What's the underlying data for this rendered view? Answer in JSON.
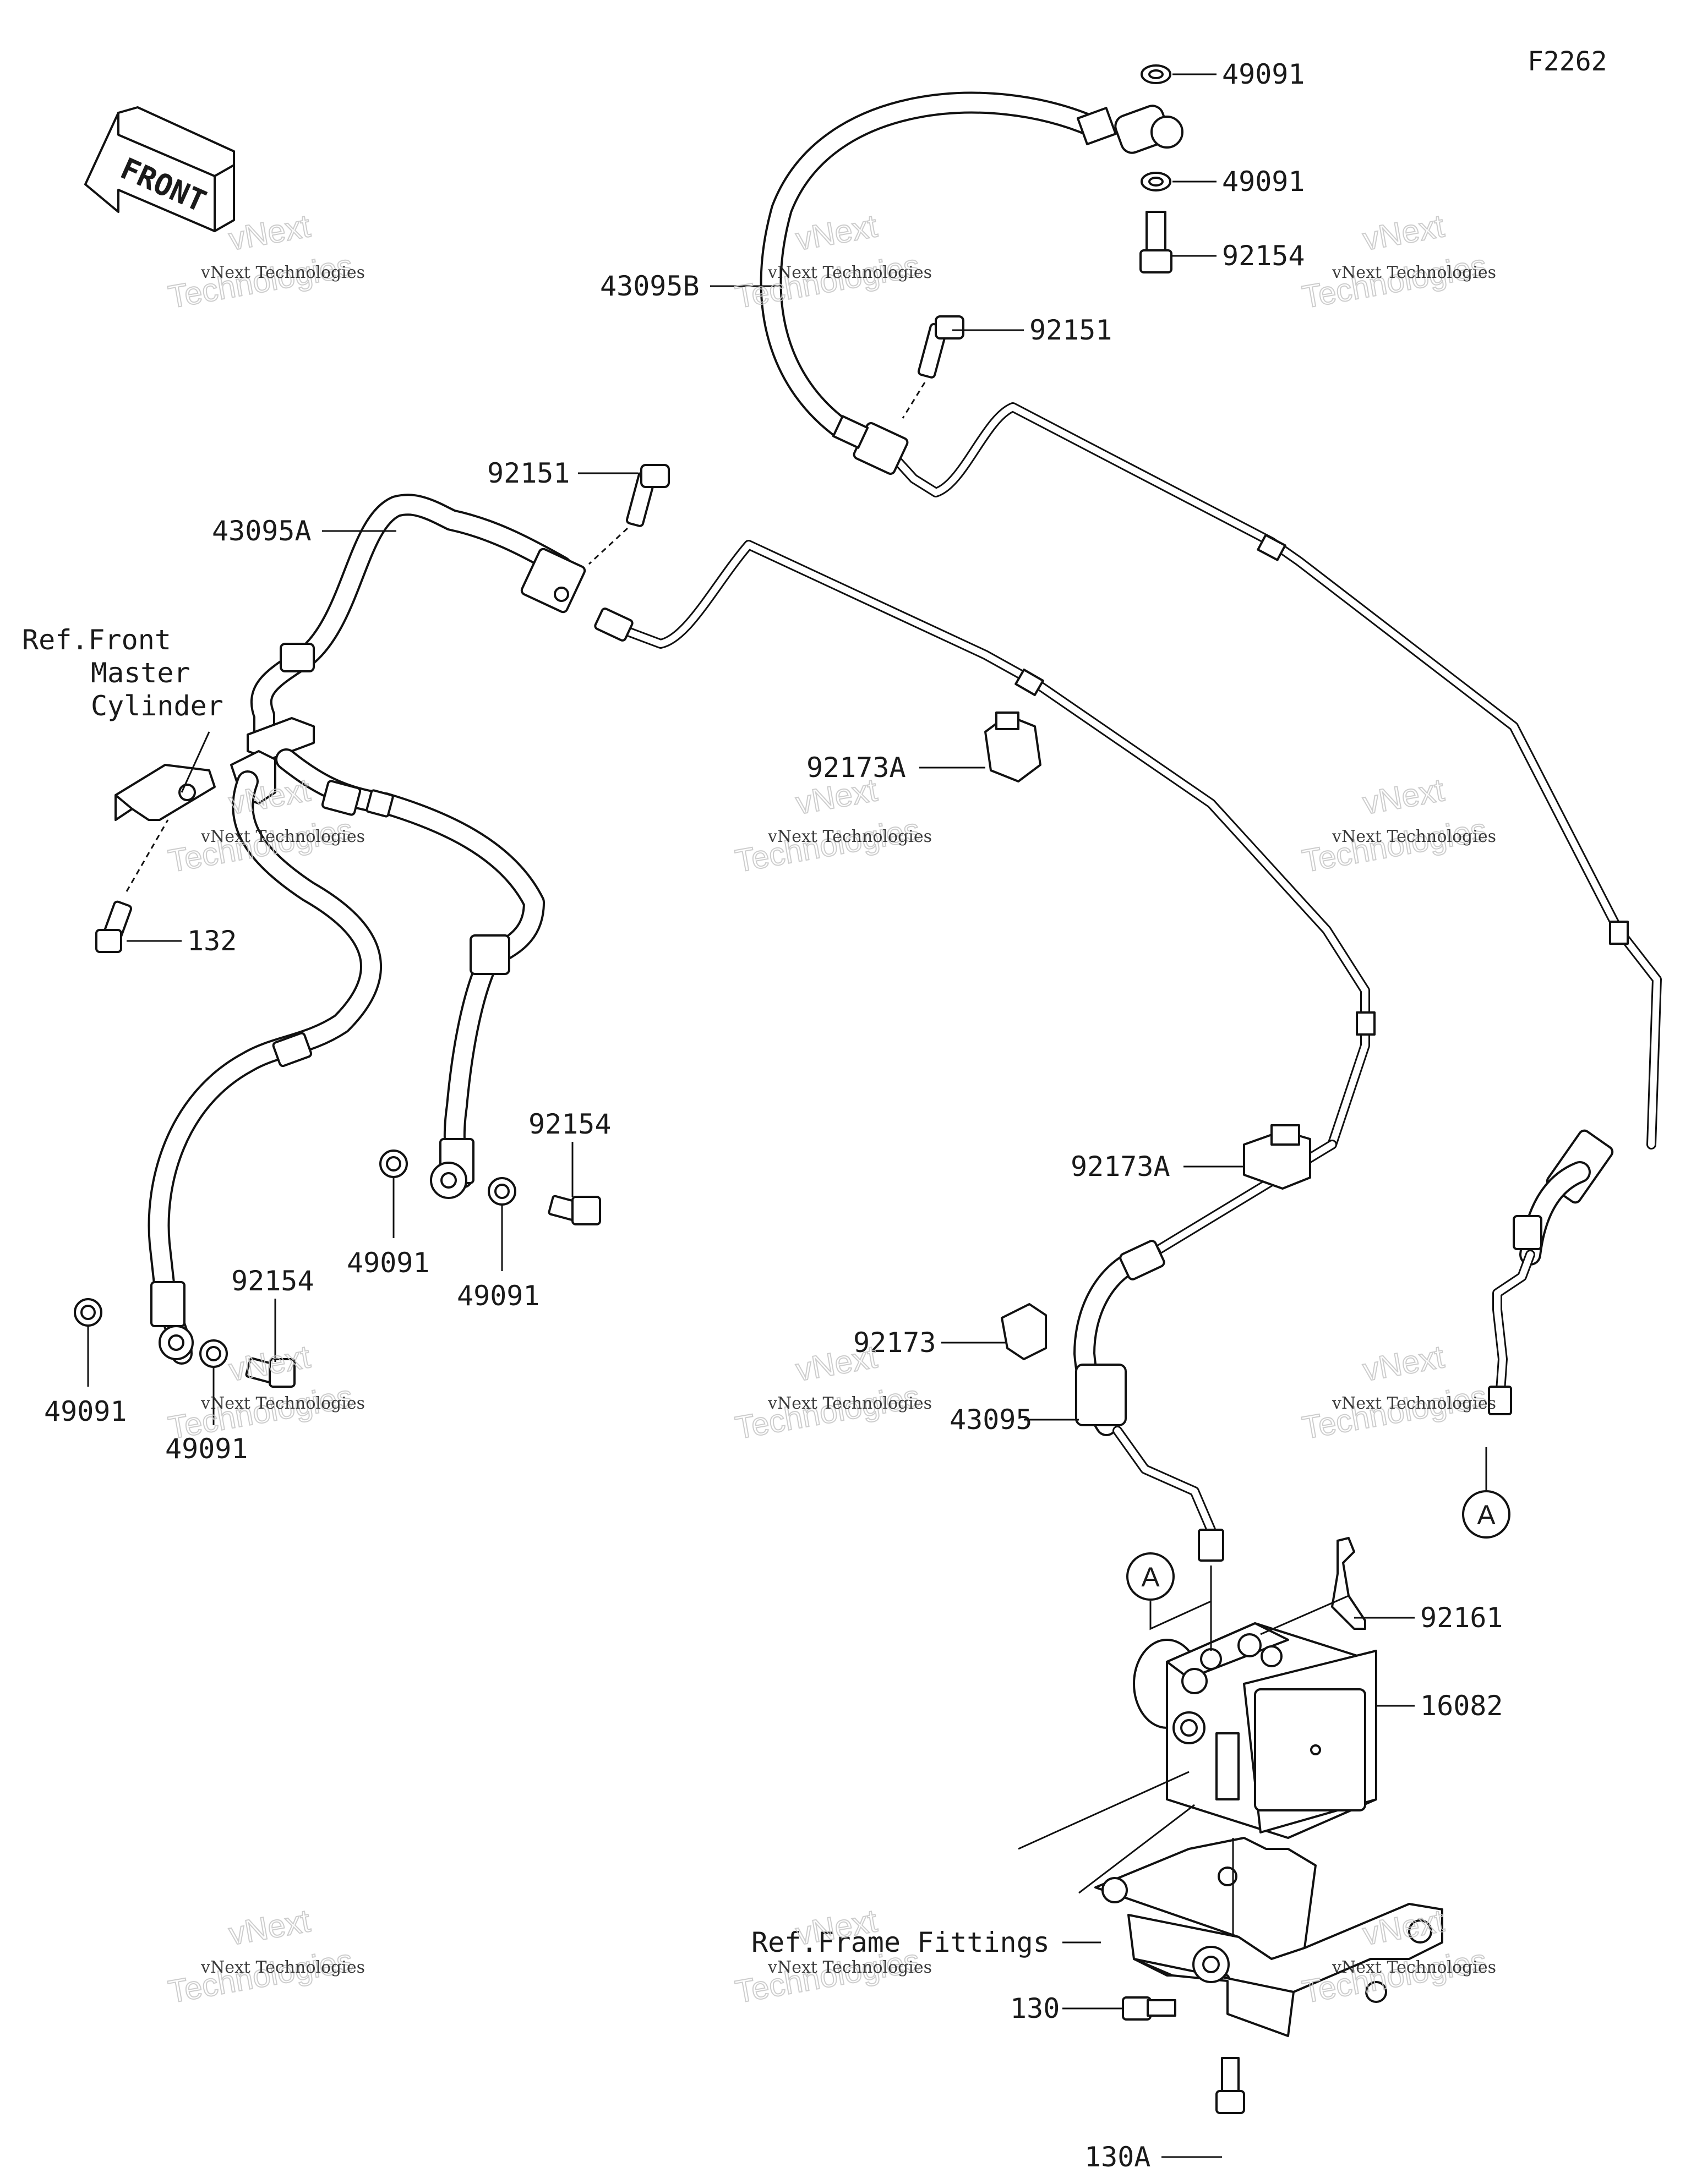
{
  "diagram": {
    "id_code": "F2262",
    "front_label": "FRONT",
    "part_labels": {
      "p49091_top": "49091",
      "p49091_top2": "49091",
      "p92154_top": "92154",
      "p43095B": "43095B",
      "p92151_upper": "92151",
      "p92151_mid": "92151",
      "p43095A": "43095A",
      "p92173A_upper": "92173A",
      "p132": "132",
      "p92154_mid": "92154",
      "p49091_mid_left": "49091",
      "p49091_mid_right": "49091",
      "p92173A_lower": "92173A",
      "p92154_low": "92154",
      "p49091_low_left": "49091",
      "p49091_low_right": "49091",
      "p92173": "92173",
      "p43095": "43095",
      "p92161": "92161",
      "p16082": "16082",
      "p130": "130",
      "p130A": "130A"
    },
    "ref_labels": {
      "front_master_cyl_line1": "Ref.Front",
      "front_master_cyl_line2": "Master",
      "front_master_cyl_line3": "Cylinder",
      "frame_fittings": "Ref.Frame Fittings"
    },
    "callouts": {
      "A_right": "A",
      "A_left": "A"
    },
    "watermark": {
      "line1": "vNext Technologies",
      "line2": "Technologies",
      "line3": "vNext"
    }
  }
}
